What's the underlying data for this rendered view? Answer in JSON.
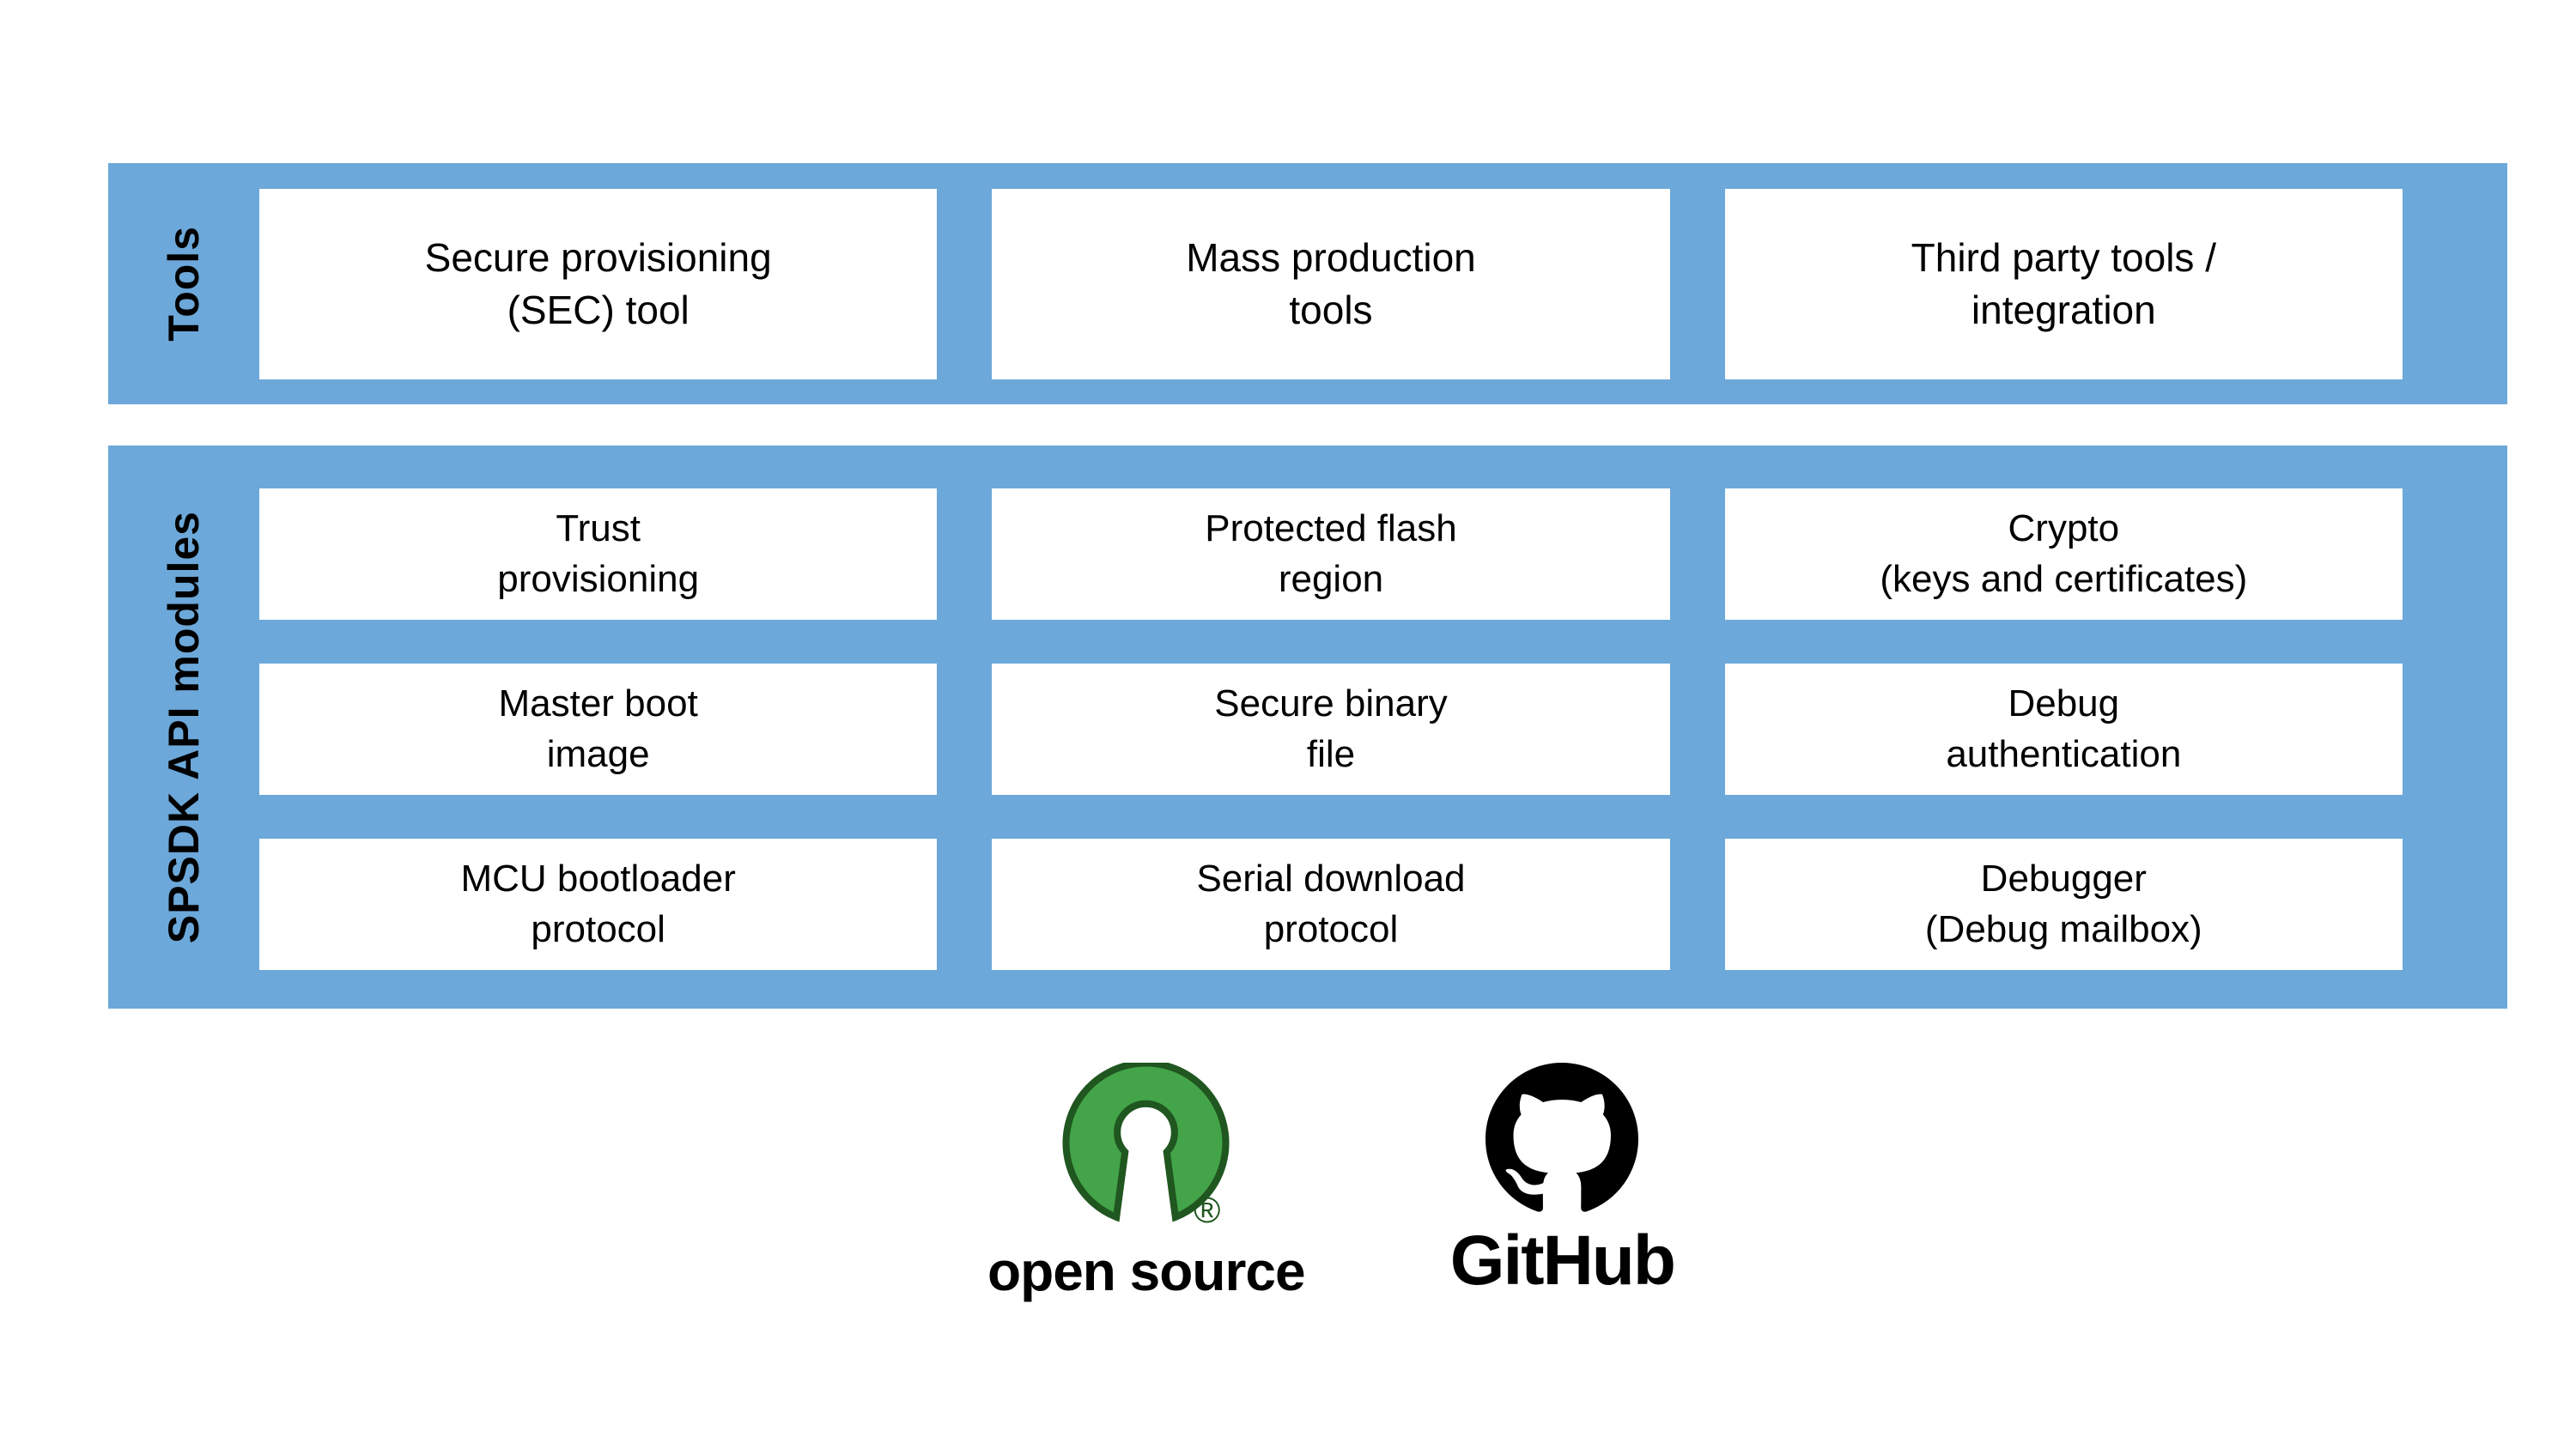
{
  "colors": {
    "page_white": "#ffffff",
    "band_blue": "#6CA8D9",
    "box_white": "#ffffff",
    "text_black": "#000000",
    "osi_green": "#43A449",
    "osi_green_dark": "#20561F",
    "github_black": "#000000"
  },
  "tools": {
    "label": "Tools",
    "boxes": [
      "Secure provisioning\n(SEC) tool",
      "Mass production\ntools",
      "Third party tools /\nintegration"
    ]
  },
  "api": {
    "label": "SPSDK API modules",
    "boxes": [
      "Trust\nprovisioning",
      "Protected flash\nregion",
      "Crypto\n(keys and certificates)",
      "Master boot\nimage",
      "Secure binary\nfile",
      "Debug\nauthentication",
      "MCU bootloader\nprotocol",
      "Serial download\nprotocol",
      "Debugger\n(Debug mailbox)"
    ]
  },
  "footer": {
    "open_source_wordmark": "open source",
    "registered_mark": "®",
    "github_wordmark": "GitHub"
  }
}
